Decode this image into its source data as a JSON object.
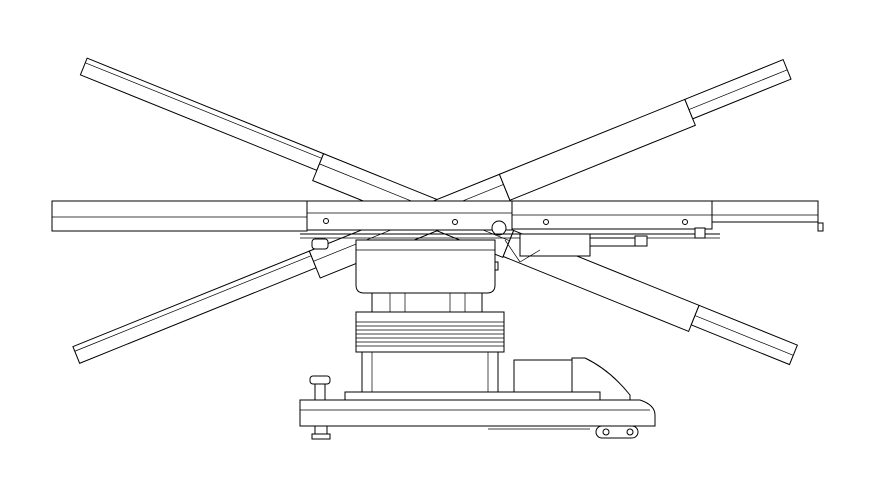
{
  "drawing": {
    "subject": "operating-table-side-elevation",
    "line_color": "#000000",
    "background_color": "#ffffff",
    "positions": [
      "horizontal",
      "tilted-clockwise",
      "tilted-counterclockwise"
    ]
  }
}
